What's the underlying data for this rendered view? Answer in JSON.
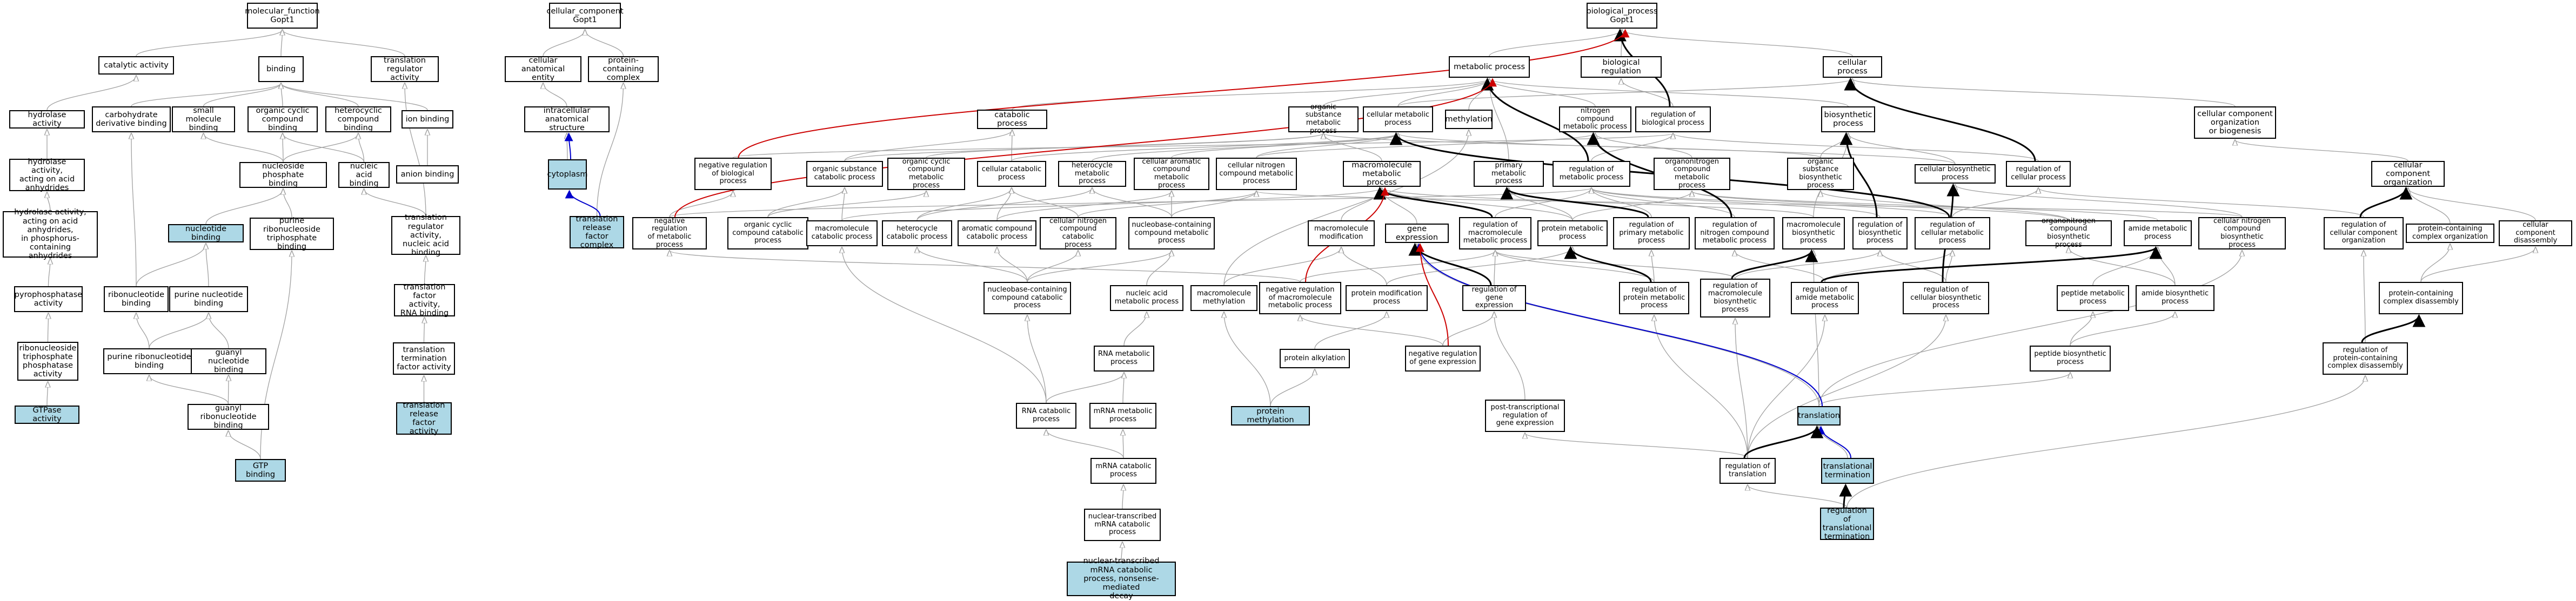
{
  "colors": {
    "is_a": "#a0a0a0",
    "part_of": "#0000cc",
    "regulates": "#000000",
    "negatively_regulates": "#cc0000",
    "highlight": "#add8e6"
  },
  "nodes": {
    "mf": {
      "label": "molecular_function\nGopt1"
    },
    "cc": {
      "label": "cellular_component\nGopt1"
    },
    "bp": {
      "label": "biological_process\nGopt1"
    },
    "catact": {
      "label": "catalytic activity"
    },
    "binding": {
      "label": "binding"
    },
    "trra": {
      "label": "translation\nregulator activity"
    },
    "hydact": {
      "label": "hydrolase activity"
    },
    "carbder": {
      "label": "carbohydrate\nderivative binding"
    },
    "smb": {
      "label": "small molecule\nbinding"
    },
    "ocb": {
      "label": "organic cyclic\ncompound binding"
    },
    "hcb": {
      "label": "heterocyclic\ncompound binding"
    },
    "ionb": {
      "label": "ion binding"
    },
    "hydacid": {
      "label": "hydrolase activity,\nacting on acid\nanhydrides"
    },
    "nucphb": {
      "label": "nucleoside phosphate\nbinding"
    },
    "nab": {
      "label": "nucleic acid\nbinding"
    },
    "anionb": {
      "label": "anion binding"
    },
    "hydphos": {
      "label": "hydrolase activity,\nacting on acid\nanhydrides,\nin phosphorus-containing\nanhydrides"
    },
    "nuclb": {
      "label": "nucleotide binding"
    },
    "prntp": {
      "label": "purine ribonucleoside\ntriphosphate\nbinding"
    },
    "trranab": {
      "label": "translation\nregulator activity,\nnucleic acid\nbinding"
    },
    "ppase": {
      "label": "pyrophosphatase\nactivity"
    },
    "ribob": {
      "label": "ribonucleotide\nbinding"
    },
    "purb": {
      "label": "purine nucleotide\nbinding"
    },
    "trfrna": {
      "label": "translation\nfactor activity,\nRNA binding"
    },
    "ntpase": {
      "label": "ribonucleoside\ntriphosphate\nphosphatase\nactivity"
    },
    "prnb": {
      "label": "purine ribonucleotide\nbinding"
    },
    "gnb": {
      "label": "guanyl nucleotide\nbinding"
    },
    "trterm": {
      "label": "translation\ntermination\nfactor activity"
    },
    "gtpase": {
      "label": "GTPase activity"
    },
    "grnb": {
      "label": "guanyl ribonucleotide\nbinding"
    },
    "trrel": {
      "label": "translation\nrelease factor\nactivity"
    },
    "gtpb": {
      "label": "GTP binding"
    },
    "cae": {
      "label": "cellular anatomical\nentity"
    },
    "pcc": {
      "label": "protein-containing\ncomplex"
    },
    "ias": {
      "label": "intracellular\nanatomical structure"
    },
    "cyto": {
      "label": "cytoplasm"
    },
    "trrfc": {
      "label": "translation\nrelease factor\ncomplex"
    },
    "metab": {
      "label": "metabolic process"
    },
    "bioreg": {
      "label": "biological regulation"
    },
    "cellp": {
      "label": "cellular process"
    },
    "catab": {
      "label": "catabolic process"
    },
    "orgsub": {
      "label": "organic substance\nmetabolic process"
    },
    "cellmet": {
      "label": "cellular metabolic\nprocess"
    },
    "methyl": {
      "label": "methylation"
    },
    "nitro": {
      "label": "nitrogen compound\nmetabolic process"
    },
    "regbio": {
      "label": "regulation of\nbiological process"
    },
    "biosyn": {
      "label": "biosynthetic\nprocess"
    },
    "ccob": {
      "label": "cellular component\norganization\nor biogenesis"
    },
    "negbio": {
      "label": "negative regulation\nof biological\nprocess"
    },
    "oscat": {
      "label": "organic substance\ncatabolic process"
    },
    "occm": {
      "label": "organic cyclic\ncompound metabolic\nprocess"
    },
    "cellcat": {
      "label": "cellular catabolic\nprocess"
    },
    "hetmet": {
      "label": "heterocycle\nmetabolic process"
    },
    "cellaro": {
      "label": "cellular aromatic\ncompound metabolic\nprocess"
    },
    "cellnit": {
      "label": "cellular nitrogen\ncompound metabolic\nprocess"
    },
    "macro": {
      "label": "macromolecule\nmetabolic process"
    },
    "primary": {
      "label": "primary metabolic\nprocess"
    },
    "regmet": {
      "label": "regulation of\nmetabolic process"
    },
    "orgnit": {
      "label": "organonitrogen\ncompound metabolic\nprocess"
    },
    "osbio": {
      "label": "organic substance\nbiosynthetic\nprocess"
    },
    "cellbio": {
      "label": "cellular biosynthetic\nprocess"
    },
    "regcell": {
      "label": "regulation of\ncellular process"
    },
    "ccorg": {
      "label": "cellular component\norganization"
    },
    "negmet": {
      "label": "negative regulation\nof metabolic\nprocess"
    },
    "occat": {
      "label": "organic cyclic\ncompound catabolic\nprocess"
    },
    "macrocat": {
      "label": "macromolecule\ncatabolic process"
    },
    "hetcat": {
      "label": "heterocycle\ncatabolic process"
    },
    "arocat": {
      "label": "aromatic compound\ncatabolic process"
    },
    "cnitcat": {
      "label": "cellular nitrogen\ncompound catabolic\nprocess"
    },
    "nbcm": {
      "label": "nucleobase-containing\ncompound metabolic\nprocess"
    },
    "macromod": {
      "label": "macromolecule\nmodification"
    },
    "geneexp": {
      "label": "gene expression"
    },
    "regmacro": {
      "label": "regulation of\nmacromolecule\nmetabolic process"
    },
    "protmet": {
      "label": "protein metabolic\nprocess"
    },
    "regprim": {
      "label": "regulation of\nprimary metabolic\nprocess"
    },
    "regnitro": {
      "label": "regulation of\nnitrogen compound\nmetabolic process"
    },
    "macrobio": {
      "label": "macromolecule\nbiosynthetic\nprocess"
    },
    "regbiosyn": {
      "label": "regulation of\nbiosynthetic\nprocess"
    },
    "regcellmet": {
      "label": "regulation of\ncellular metabolic\nprocess"
    },
    "onbio": {
      "label": "organonitrogen\ncompound biosynthetic\nprocess"
    },
    "amidemet": {
      "label": "amide metabolic\nprocess"
    },
    "cnbio": {
      "label": "cellular nitrogen\ncompound biosynthetic\nprocess"
    },
    "regccorg": {
      "label": "regulation of\ncellular component\norganization"
    },
    "pcorg": {
      "label": "protein-containing\ncomplex organization"
    },
    "ccdis": {
      "label": "cellular component\ndisassembly"
    },
    "nbccat": {
      "label": "nucleobase-containing\ncompound catabolic\nprocess"
    },
    "namet": {
      "label": "nucleic acid\nmetabolic process"
    },
    "macmeth": {
      "label": "macromolecule\nmethylation"
    },
    "negregmac": {
      "label": "negative regulation\nof macromolecule\nmetabolic process"
    },
    "protmod": {
      "label": "protein modification\nprocess"
    },
    "regge": {
      "label": "regulation of\ngene expression"
    },
    "regprot": {
      "label": "regulation of\nprotein metabolic\nprocess"
    },
    "regmacbio": {
      "label": "regulation of\nmacromolecule\nbiosynthetic\nprocess"
    },
    "regamide": {
      "label": "regulation of\namide metabolic\nprocess"
    },
    "regcellbio": {
      "label": "regulation of\ncellular biosynthetic\nprocess"
    },
    "pepmet": {
      "label": "peptide metabolic\nprocess"
    },
    "amidebio": {
      "label": "amide biosynthetic\nprocess"
    },
    "pcdis": {
      "label": "protein-containing\ncomplex disassembly"
    },
    "rnamet": {
      "label": "RNA metabolic\nprocess"
    },
    "protalk": {
      "label": "protein alkylation"
    },
    "negregge": {
      "label": "negative regulation\nof gene expression"
    },
    "pepbio": {
      "label": "peptide biosynthetic\nprocess"
    },
    "regpcdis": {
      "label": "regulation of\nprotein-containing\ncomplex disassembly"
    },
    "rnacat": {
      "label": "RNA catabolic\nprocess"
    },
    "mrnamet": {
      "label": "mRNA metabolic\nprocess"
    },
    "protmeth": {
      "label": "protein methylation"
    },
    "ptrge": {
      "label": "post-transcriptional\nregulation of\ngene expression"
    },
    "transl": {
      "label": "translation"
    },
    "mrnacat": {
      "label": "mRNA catabolic\nprocess"
    },
    "regtransl": {
      "label": "regulation of\ntranslation"
    },
    "trterm2": {
      "label": "translational\ntermination"
    },
    "ntmrnacat": {
      "label": "nuclear-transcribed\nmRNA catabolic\nprocess"
    },
    "regtrterm": {
      "label": "regulation of\ntranslational\ntermination"
    },
    "nmd": {
      "label": "nuclear-transcribed\nmRNA catabolic\nprocess, nonsense-mediated\ndecay"
    }
  }
}
